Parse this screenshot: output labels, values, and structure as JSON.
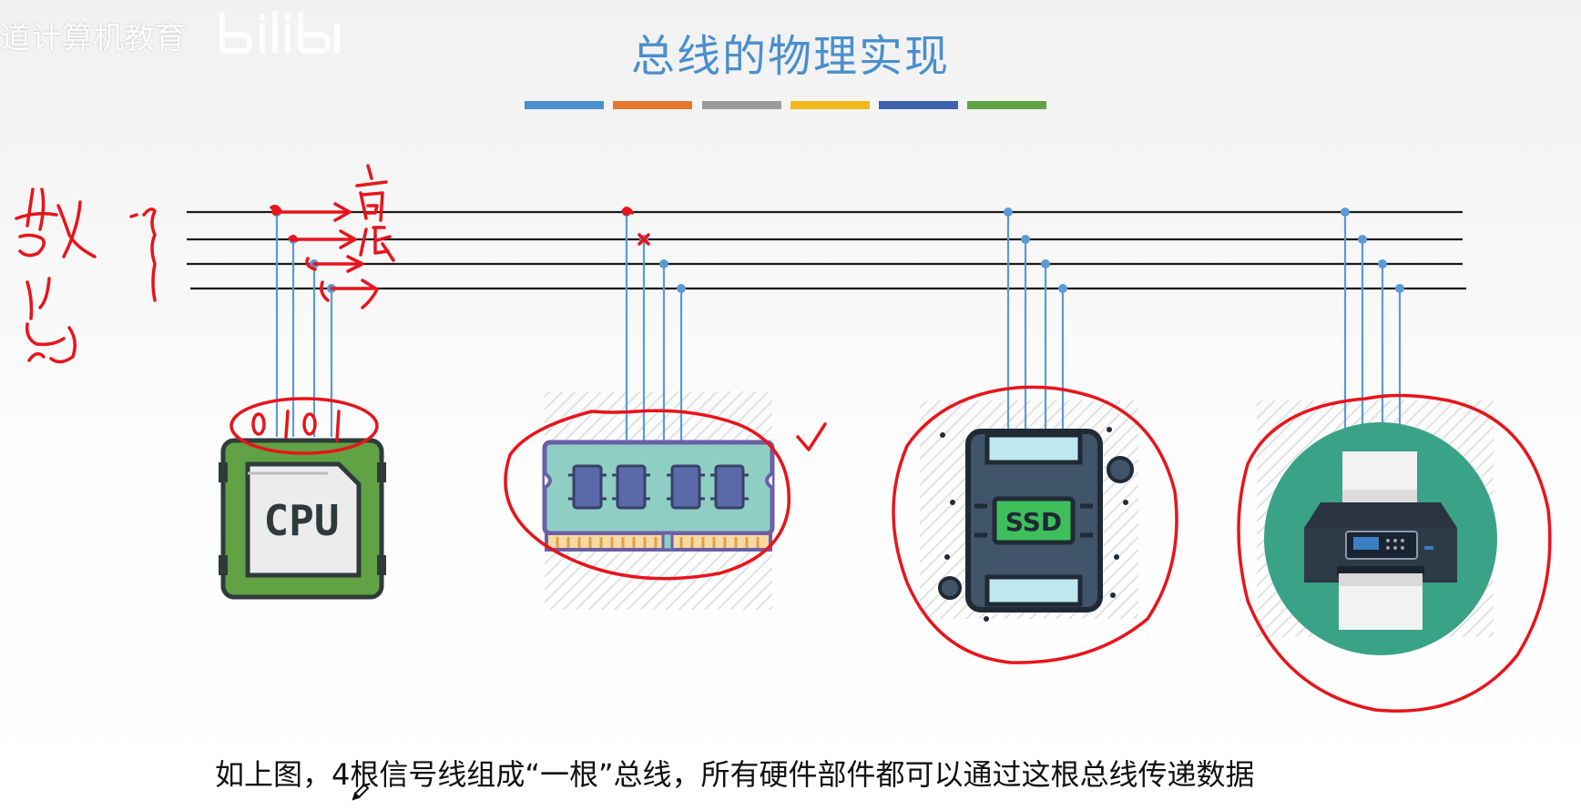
{
  "watermark": {
    "text": "道计算机教育",
    "logo_icon": "bilibili-logo-icon"
  },
  "title": "总线的物理实现",
  "title_color": "#4a8fce",
  "color_bar_colors": [
    "#4a8fce",
    "#e4782e",
    "#9b9b9b",
    "#f2b81b",
    "#3f62ae",
    "#5fa343"
  ],
  "bus": {
    "line_count": 4,
    "line_color": "#1a1a1a",
    "tap_color": "#5b9bd5"
  },
  "devices": [
    {
      "name": "CPU",
      "icon": "cpu-chip-icon",
      "label": "CPU"
    },
    {
      "name": "RAM",
      "icon": "memory-module-icon",
      "label": ""
    },
    {
      "name": "SSD",
      "icon": "ssd-drive-icon",
      "label": "SSD"
    },
    {
      "name": "Printer",
      "icon": "printer-icon",
      "label": ""
    }
  ],
  "annotations": {
    "ink_color": "#e8141b",
    "left_vertical_text": "数总",
    "high_label": "高",
    "low_label": "低",
    "bits": "0101",
    "check_mark": "✓"
  },
  "caption": "如上图，4根信号线组成“一根”总线，所有硬件部件都可以通过这根总线传递数据"
}
